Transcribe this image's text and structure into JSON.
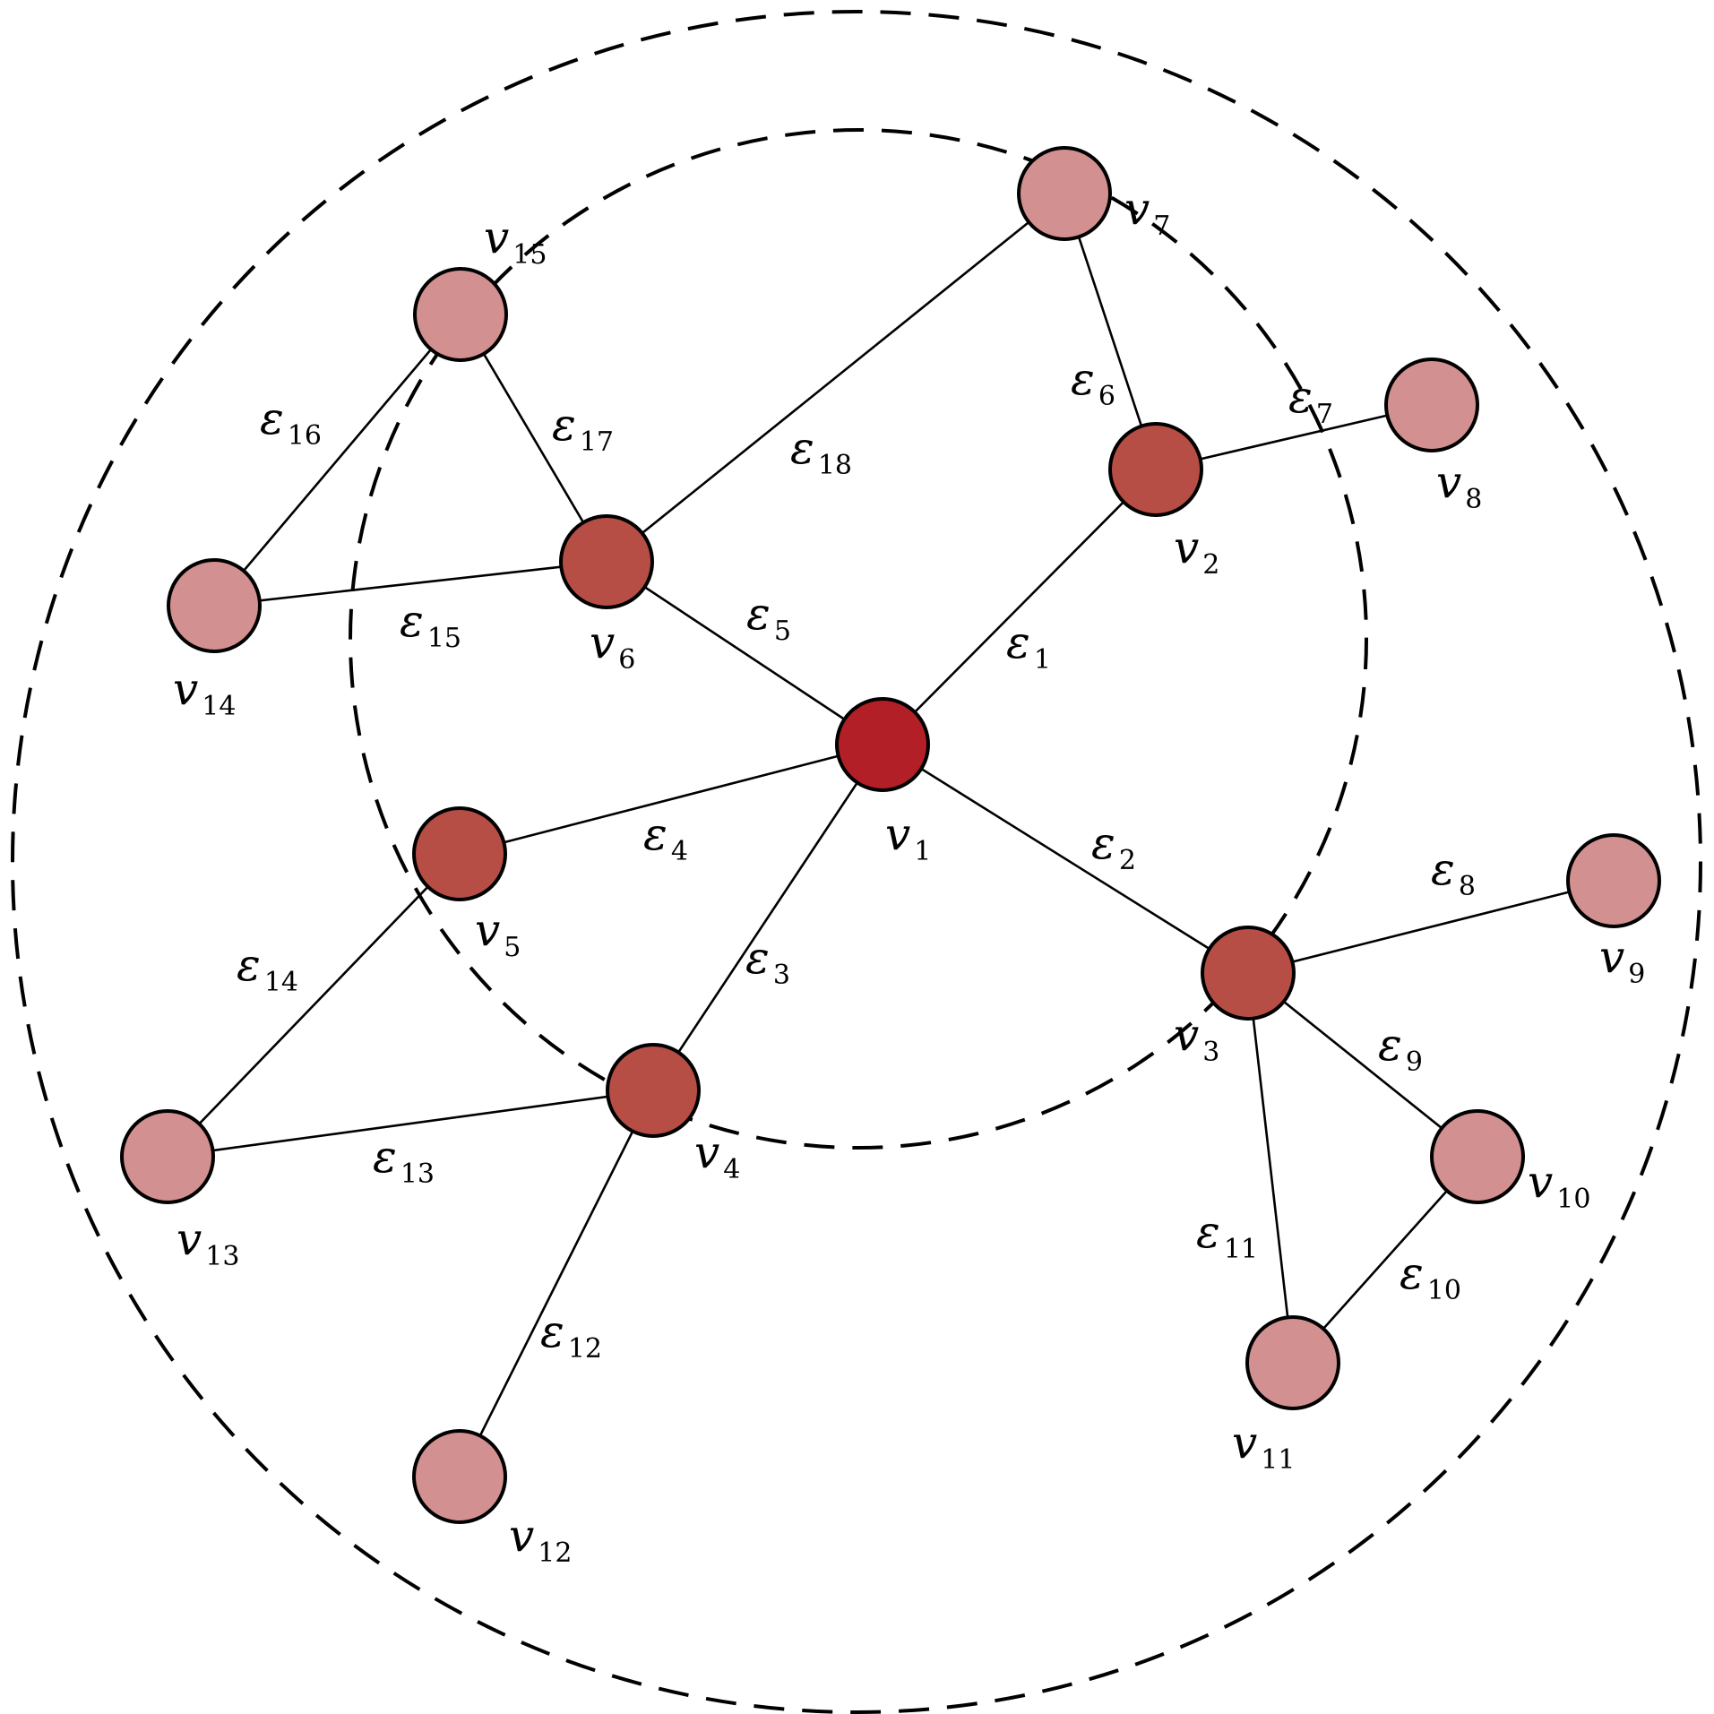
{
  "diagram": {
    "type": "graph",
    "colors": {
      "center": "#b31f27",
      "inner": "#b64e46",
      "outer": "#d39090",
      "line": "#000000"
    },
    "nodes": [
      {
        "id": "v1",
        "symbol": "v",
        "sub": "1",
        "ring": "center"
      },
      {
        "id": "v2",
        "symbol": "v",
        "sub": "2",
        "ring": "inner"
      },
      {
        "id": "v3",
        "symbol": "v",
        "sub": "3",
        "ring": "inner"
      },
      {
        "id": "v4",
        "symbol": "v",
        "sub": "4",
        "ring": "inner"
      },
      {
        "id": "v5",
        "symbol": "v",
        "sub": "5",
        "ring": "inner"
      },
      {
        "id": "v6",
        "symbol": "v",
        "sub": "6",
        "ring": "inner"
      },
      {
        "id": "v7",
        "symbol": "v",
        "sub": "7",
        "ring": "outer"
      },
      {
        "id": "v8",
        "symbol": "v",
        "sub": "8",
        "ring": "outer"
      },
      {
        "id": "v9",
        "symbol": "v",
        "sub": "9",
        "ring": "outer"
      },
      {
        "id": "v10",
        "symbol": "v",
        "sub": "10",
        "ring": "outer"
      },
      {
        "id": "v11",
        "symbol": "v",
        "sub": "11",
        "ring": "outer"
      },
      {
        "id": "v12",
        "symbol": "v",
        "sub": "12",
        "ring": "outer"
      },
      {
        "id": "v13",
        "symbol": "v",
        "sub": "13",
        "ring": "outer"
      },
      {
        "id": "v14",
        "symbol": "v",
        "sub": "14",
        "ring": "outer"
      },
      {
        "id": "v15",
        "symbol": "v",
        "sub": "15",
        "ring": "outer"
      }
    ],
    "edges": [
      {
        "id": "e1",
        "symbol": "ε",
        "sub": "1",
        "from": "v1",
        "to": "v2"
      },
      {
        "id": "e2",
        "symbol": "ε",
        "sub": "2",
        "from": "v1",
        "to": "v3"
      },
      {
        "id": "e3",
        "symbol": "ε",
        "sub": "3",
        "from": "v1",
        "to": "v4"
      },
      {
        "id": "e4",
        "symbol": "ε",
        "sub": "4",
        "from": "v1",
        "to": "v5"
      },
      {
        "id": "e5",
        "symbol": "ε",
        "sub": "5",
        "from": "v1",
        "to": "v6"
      },
      {
        "id": "e6",
        "symbol": "ε",
        "sub": "6",
        "from": "v2",
        "to": "v7"
      },
      {
        "id": "e7",
        "symbol": "ε",
        "sub": "7",
        "from": "v2",
        "to": "v8"
      },
      {
        "id": "e8",
        "symbol": "ε",
        "sub": "8",
        "from": "v3",
        "to": "v9"
      },
      {
        "id": "e9",
        "symbol": "ε",
        "sub": "9",
        "from": "v3",
        "to": "v10"
      },
      {
        "id": "e10",
        "symbol": "ε",
        "sub": "10",
        "from": "v10",
        "to": "v11"
      },
      {
        "id": "e11",
        "symbol": "ε",
        "sub": "11",
        "from": "v3",
        "to": "v11"
      },
      {
        "id": "e12",
        "symbol": "ε",
        "sub": "12",
        "from": "v4",
        "to": "v12"
      },
      {
        "id": "e13",
        "symbol": "ε",
        "sub": "13",
        "from": "v4",
        "to": "v13"
      },
      {
        "id": "e14",
        "symbol": "ε",
        "sub": "14",
        "from": "v5",
        "to": "v13"
      },
      {
        "id": "e15",
        "symbol": "ε",
        "sub": "15",
        "from": "v6",
        "to": "v14"
      },
      {
        "id": "e16",
        "symbol": "ε",
        "sub": "16",
        "from": "v14",
        "to": "v15"
      },
      {
        "id": "e17",
        "symbol": "ε",
        "sub": "17",
        "from": "v6",
        "to": "v15"
      },
      {
        "id": "e18",
        "symbol": "ε",
        "sub": "18",
        "from": "v6",
        "to": "v7"
      }
    ]
  }
}
